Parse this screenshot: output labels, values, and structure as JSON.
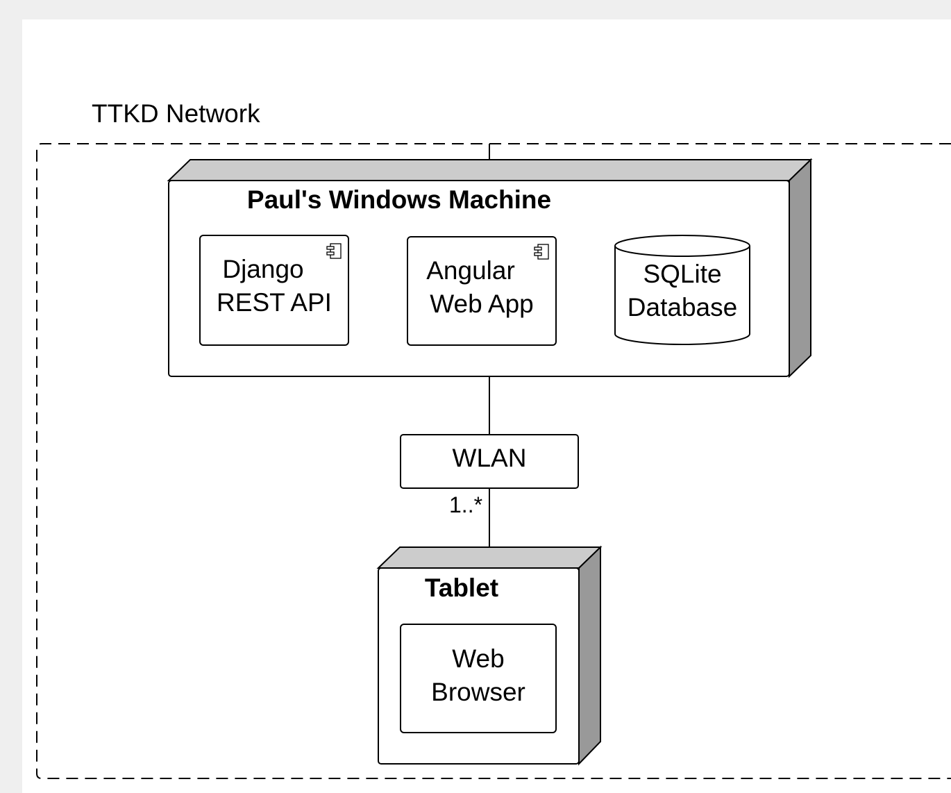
{
  "diagram": {
    "network_label": "TTKD Network",
    "server_node": {
      "title": "Paul's Windows Machine",
      "components": [
        {
          "line1": "Django",
          "line2": "REST API"
        },
        {
          "line1": "Angular",
          "line2": "Web App"
        }
      ],
      "database": {
        "line1": "SQLite",
        "line2": "Database"
      }
    },
    "link": {
      "label": "WLAN",
      "multiplicity": "1..*"
    },
    "client_node": {
      "title": "Tablet",
      "component": {
        "line1": "Web",
        "line2": "Browser"
      }
    }
  }
}
